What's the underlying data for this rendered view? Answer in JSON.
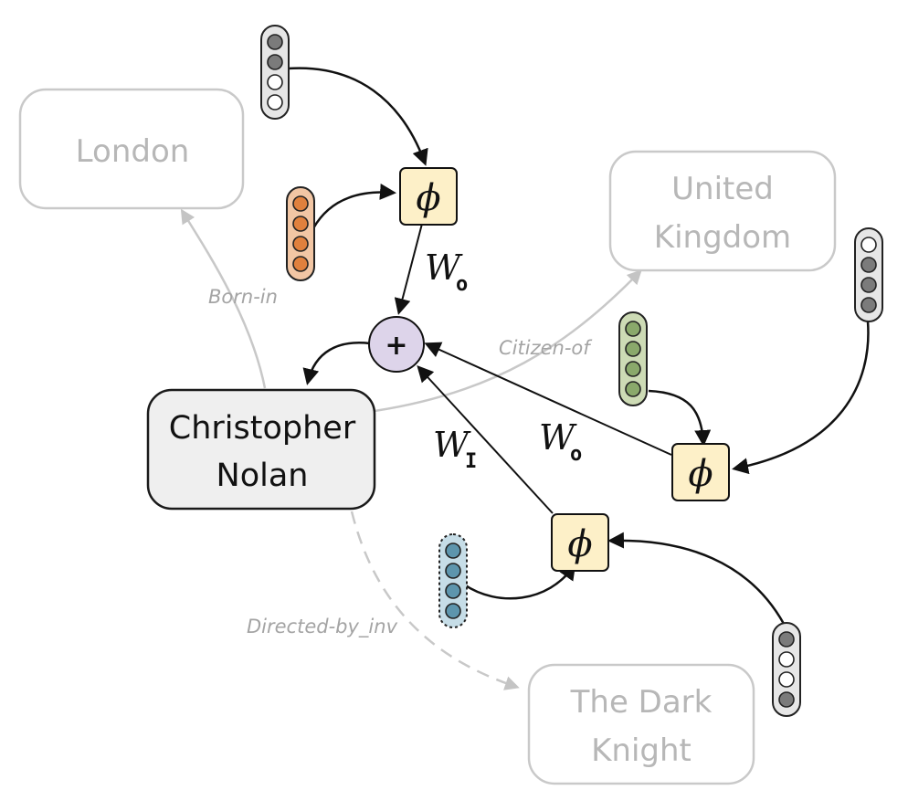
{
  "entities": {
    "london": "London",
    "uk_line1": "United",
    "uk_line2": "Kingdom",
    "nolan_line1": "Christopher",
    "nolan_line2": "Nolan",
    "dark_knight_line1": "The Dark",
    "dark_knight_line2": "Knight"
  },
  "relations": {
    "born_in": "Born-in",
    "citizen_of": "Citizen-of",
    "directed_by_inv": "Directed-by_inv"
  },
  "symbols": {
    "phi": "ϕ",
    "plus": "+",
    "w_letter": "W",
    "w_out_sub": "o",
    "w_in_sub": "I"
  },
  "colors": {
    "phi_fill": "#fdf0c8",
    "plus_fill": "#ddd4ea",
    "main_entity_fill": "#efefef",
    "vector_gray": "#7b7b7b",
    "vector_orange": "#e0803d",
    "vector_green": "#8aa96b",
    "vector_blue": "#5d95ad"
  }
}
